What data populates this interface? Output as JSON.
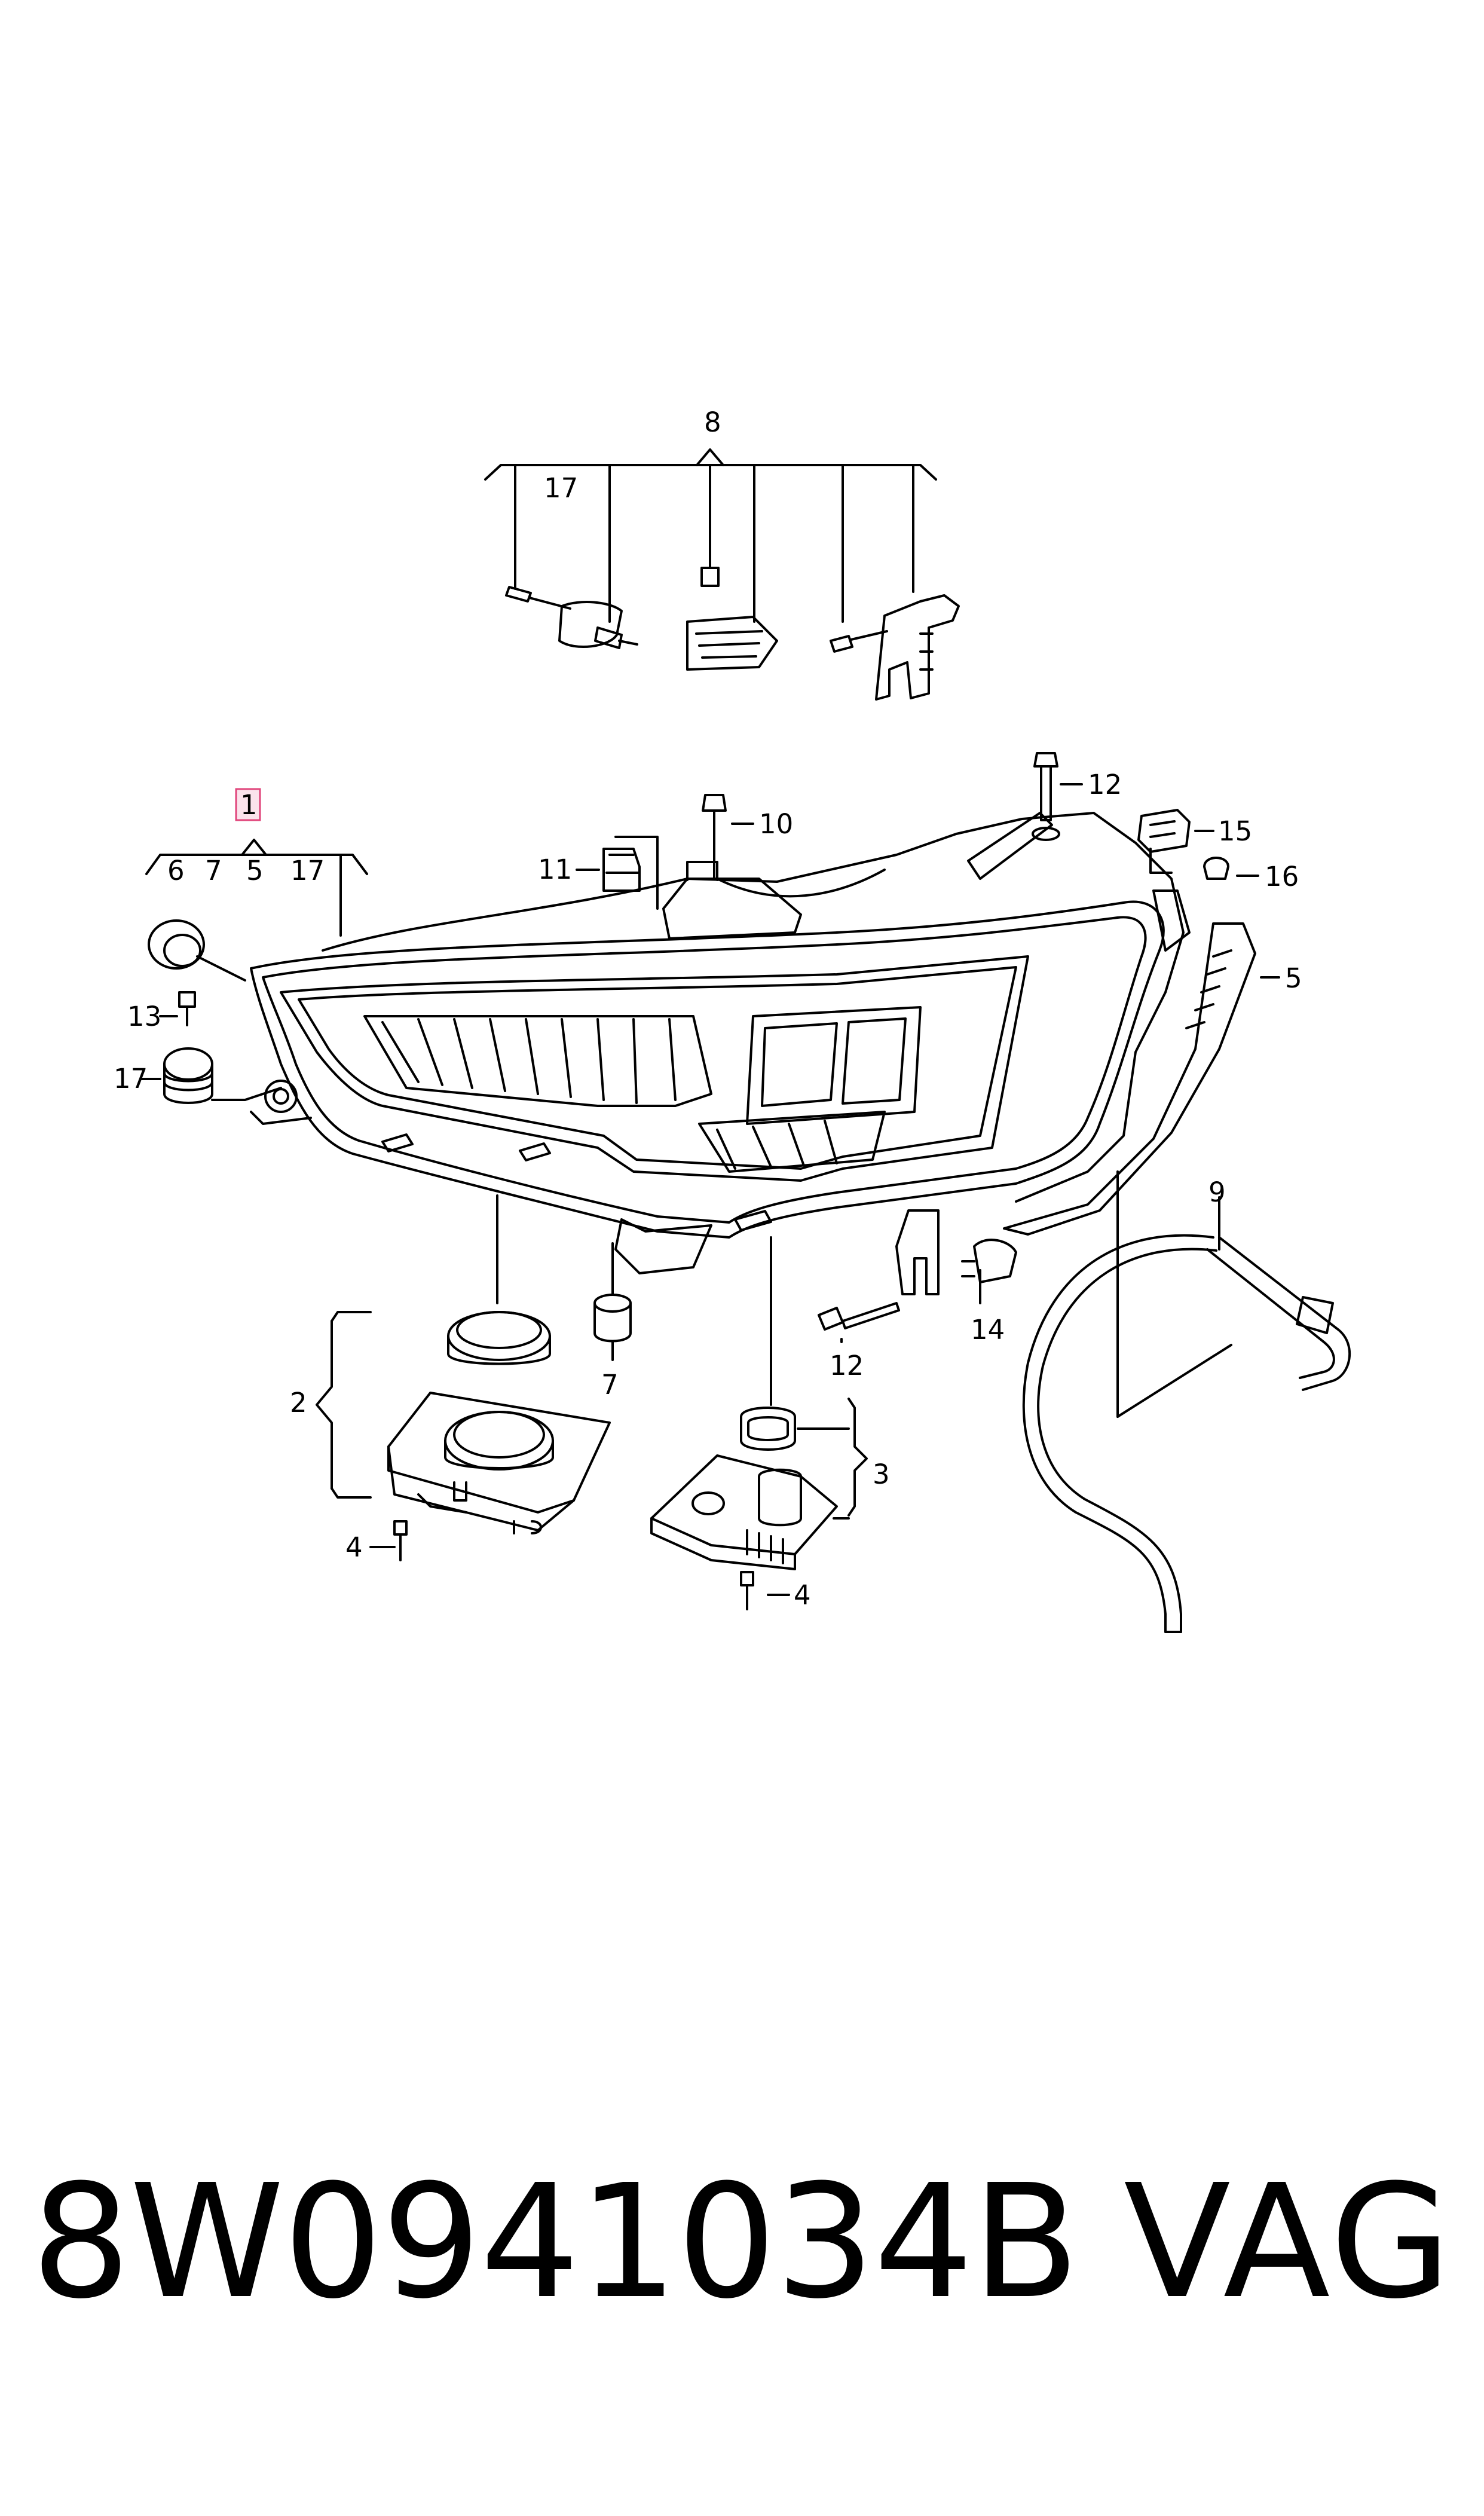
{
  "diagram": {
    "callouts": {
      "c1": "1",
      "c2": "2",
      "c3": "3",
      "c4a": "4",
      "c4b": "4",
      "c5a": "5",
      "c5b": "5",
      "c6": "6",
      "c7a": "7",
      "c7b": "7",
      "c8": "8",
      "c9": "9",
      "c10": "10",
      "c11": "11",
      "c12a": "12",
      "c12b": "12",
      "c13": "13",
      "c14": "14",
      "c15": "15",
      "c16": "16",
      "c17a": "17",
      "c17b": "17",
      "c17c": "17"
    },
    "highlight_color": "#e0457b"
  },
  "footer": {
    "part_number": "8W0941034B",
    "brand": "VAG"
  }
}
